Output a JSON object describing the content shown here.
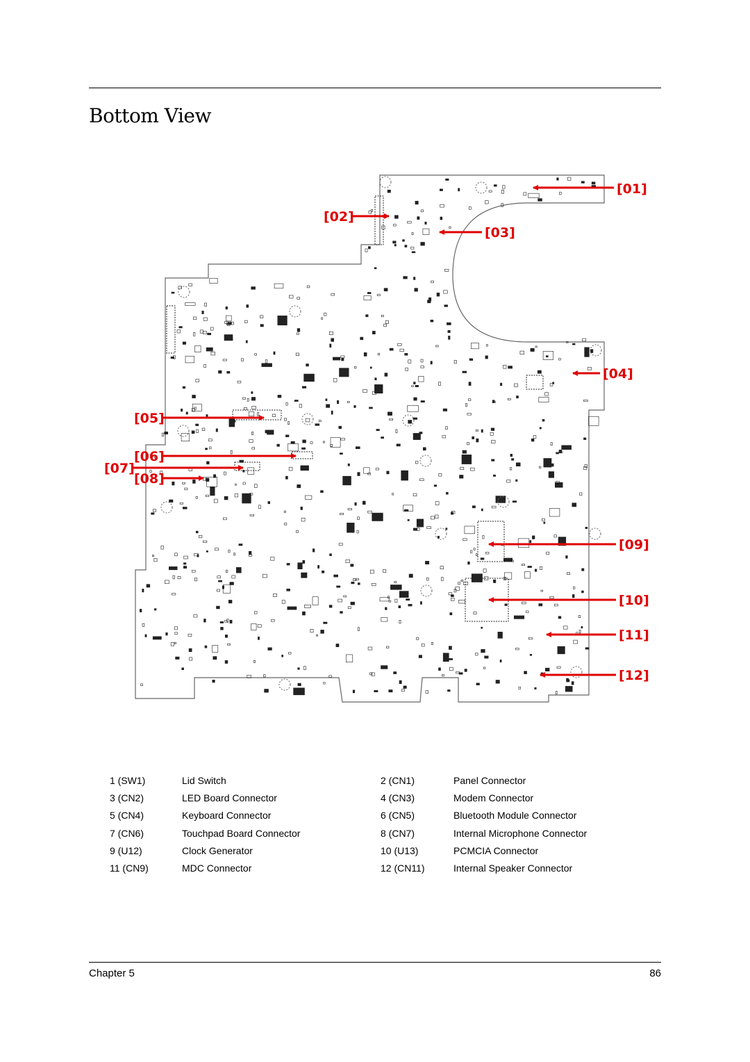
{
  "page": {
    "title": "Bottom View",
    "footer_left": "Chapter 5",
    "footer_right": "86"
  },
  "callouts": [
    "[01]",
    "[02]",
    "[03]",
    "[04]",
    "[05]",
    "[06]",
    "[07]",
    "[08]",
    "[09]",
    "[10]",
    "[11]",
    "[12]"
  ],
  "legend": {
    "rows": [
      [
        {
          "ref": "1 (SW1)",
          "name": "Lid Switch"
        },
        {
          "ref": "2 (CN1)",
          "name": "Panel Connector"
        }
      ],
      [
        {
          "ref": "3 (CN2)",
          "name": "LED Board Connector"
        },
        {
          "ref": "4 (CN3)",
          "name": "Modem Connector"
        }
      ],
      [
        {
          "ref": "5 (CN4)",
          "name": "Keyboard Connector"
        },
        {
          "ref": "6 (CN5)",
          "name": "Bluetooth Module Connector"
        }
      ],
      [
        {
          "ref": "7 (CN6)",
          "name": "Touchpad Board Connector"
        },
        {
          "ref": "8 (CN7)",
          "name": "Internal Microphone Connector"
        }
      ],
      [
        {
          "ref": "9 (U12)",
          "name": "Clock Generator"
        },
        {
          "ref": "10 (U13)",
          "name": "PCMCIA Connector"
        }
      ],
      [
        {
          "ref": "11 (CN9)",
          "name": "MDC Connector"
        },
        {
          "ref": "12 (CN11)",
          "name": "Internal Speaker Connector"
        }
      ]
    ]
  },
  "colors": {
    "callout": "#e00000",
    "board_outline": "#666666",
    "components": "#222222"
  }
}
